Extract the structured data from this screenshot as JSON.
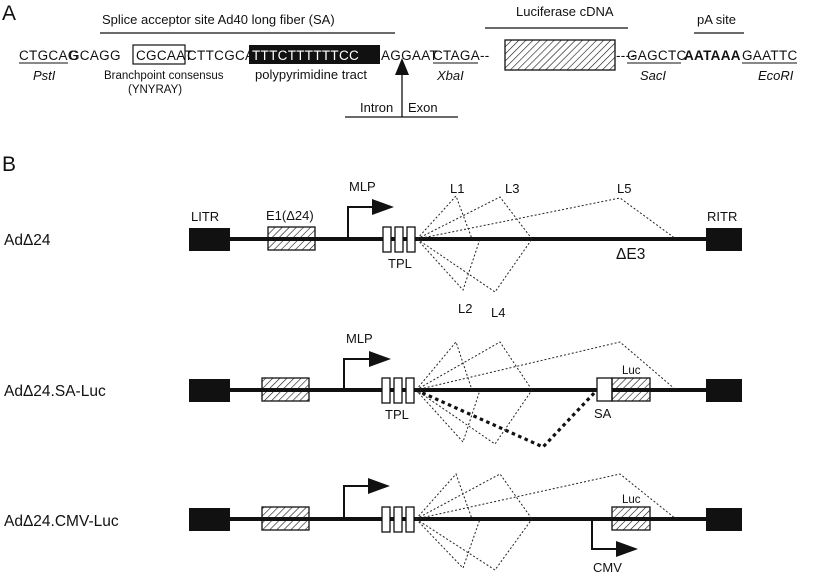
{
  "panelA": {
    "label": "A",
    "header_sa": "Splice acceptor site Ad40 long fiber (SA)",
    "header_luc": "Luciferase cDNA",
    "header_pa": "pA site",
    "seq_psti": "CTGCAG",
    "seq_a": "GCAGG",
    "seq_branch": "CGCAAT",
    "seq_b": "CTTCGCA",
    "seq_poly": "TTTCTTTTTTCC",
    "seq_c": "AGGAAT",
    "seq_xbai": "CTAGA",
    "dash_1": "--",
    "dash_2": "----",
    "seq_saci": "GAGCTC",
    "seq_pa": "AATAAA",
    "seq_ecori": "GAATTC",
    "lbl_psti": "PstI",
    "lbl_branch_1": "Branchpoint consensus",
    "lbl_branch_2": "(YNYRAY)",
    "lbl_poly": "polypyrimidine tract",
    "lbl_xbai": "XbaI",
    "lbl_saci": "SacI",
    "lbl_ecori": "EcoRI",
    "lbl_intron": "Intron",
    "lbl_exon": "Exon"
  },
  "panelB": {
    "label": "B",
    "constructs": [
      {
        "name": "AdΔ24",
        "litr": "LITR",
        "e1": "E1(Δ24)",
        "mlp": "MLP",
        "tpl": "TPL",
        "rtr": "RITR",
        "de3": "ΔE3",
        "l1": "L1",
        "l2": "L2",
        "l3": "L3",
        "l4": "L4",
        "l5": "L5"
      },
      {
        "name": "AdΔ24.SA-Luc",
        "mlp": "MLP",
        "tpl": "TPL",
        "luc": "Luc",
        "sa": "SA"
      },
      {
        "name": "AdΔ24.CMV-Luc",
        "luc": "Luc",
        "cmv": "CMV"
      }
    ]
  },
  "colors": {
    "ink": "#111111",
    "background": "#ffffff"
  },
  "icons": {
    "splice_arrow": "arrow-up-icon",
    "promoter": "promoter-arrow-icon"
  }
}
